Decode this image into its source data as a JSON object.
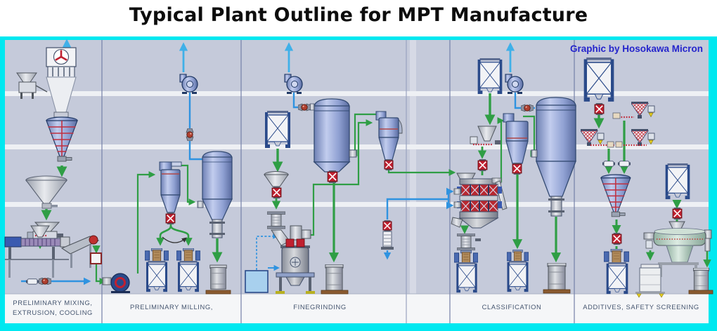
{
  "title": "Typical Plant Outline for MPT Manufacture",
  "credit": "Graphic by Hosokawa Micron",
  "sections": [
    {
      "line1": "PRELIMINARY MIXING,",
      "line2": "EXTRUSION, COOLING"
    },
    {
      "label": "PRELIMINARY MILLING,"
    },
    {
      "label": "FINEGRINDING"
    },
    {
      "label": "CLASSIFICATION"
    },
    {
      "label": "ADDITIVES, SAFETY SCREENING"
    }
  ],
  "colors": {
    "frame": "#00e8f0",
    "background": "#c5cada",
    "stripe": "#eef0f4",
    "label_band": "#f5f6f8",
    "divider": "#7580a8",
    "flow_product": "#2f9e45",
    "flow_air": "#2f93e0",
    "credit_text": "#2424cc",
    "label_text": "#44546e",
    "equipment_accent": "#c02030"
  },
  "equipment": {
    "preliminary_mixing": [
      "filter-fan-unit",
      "feed-station",
      "conical-screw-mixer",
      "buffer-hopper",
      "dosing-feeder",
      "extruder",
      "cooling-conveyor",
      "cooling-bin",
      "conveying-line"
    ],
    "preliminary_milling": [
      "conveying-blower",
      "cyclone-separator",
      "diverter",
      "big-bag-filling-station",
      "big-bag-filling-station",
      "bag-filter-silo",
      "exhaust-blower",
      "dust-drum"
    ],
    "fine_grinding": [
      "big-bag-unloading-station",
      "feed-hopper",
      "rotary-valve",
      "classifier-mill",
      "liquid-tank",
      "bag-filter",
      "exhaust-blower",
      "cyclone-separator",
      "dust-drum"
    ],
    "classification": [
      "big-bag-unloading-station",
      "vibratory-feeder",
      "air-classifier",
      "rotary-valve",
      "big-bag-filling-station-coarse",
      "cyclone-separator",
      "big-bag-filling-station-fines",
      "bag-filter",
      "exhaust-blower",
      "dust-drum"
    ],
    "additives_safety_screening": [
      "big-bag-unloading-station",
      "additive-dosing-feeder",
      "additive-dosing-feeder",
      "additive-dosing-feeder",
      "conical-screw-mixer",
      "big-bag-filling-station",
      "safety-screener",
      "product-drum",
      "product-drum"
    ]
  }
}
